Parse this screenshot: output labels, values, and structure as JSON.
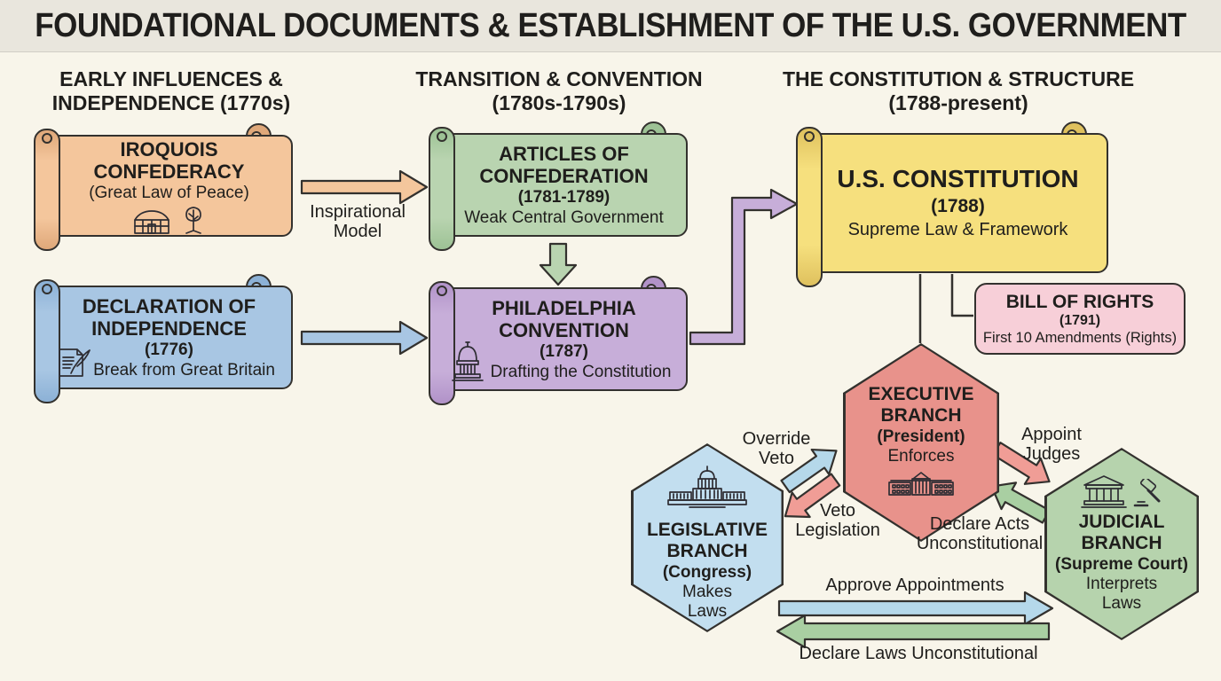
{
  "title": "FOUNDATIONAL DOCUMENTS & ESTABLISHMENT OF THE U.S. GOVERNMENT",
  "sections": {
    "early": {
      "heading": "EARLY INFLUENCES & INDEPENDENCE",
      "period": "(1770s)"
    },
    "transition": {
      "heading": "TRANSITION & CONVENTION",
      "period": "(1780s-1790s)"
    },
    "structure": {
      "heading": "THE CONSTITUTION & STRUCTURE",
      "period": "(1788-present)"
    }
  },
  "documents": {
    "iroquois": {
      "title": "IROQUOIS CONFEDERACY",
      "subtitle": "(Great Law of Peace)"
    },
    "declaration": {
      "title": "DECLARATION OF INDEPENDENCE",
      "year": "(1776)",
      "note": "Break from Great Britain"
    },
    "articles": {
      "title": "ARTICLES OF CONFEDERATION",
      "year": "(1781-1789)",
      "note": "Weak Central Government"
    },
    "philadelphia": {
      "title": "PHILADELPHIA CONVENTION",
      "year": "(1787)",
      "note": "Drafting the Constitution"
    },
    "us_constitution": {
      "title": "U.S. CONSTITUTION",
      "year": "(1788)",
      "note": "Supreme Law & Framework"
    },
    "bill_of_rights": {
      "title": "BILL OF RIGHTS",
      "year": "(1791)",
      "note": "First 10 Amendments (Rights)"
    }
  },
  "branches": {
    "executive": {
      "title": "EXECUTIVE BRANCH",
      "subtitle": "(President)",
      "role": "Enforces"
    },
    "legislative": {
      "title": "LEGISLATIVE BRANCH",
      "subtitle": "(Congress)",
      "role": "Makes Laws"
    },
    "judicial": {
      "title": "JUDICIAL BRANCH",
      "subtitle": "(Supreme Court)",
      "role": "Interprets Laws"
    }
  },
  "relations": {
    "inspirational_model": "Inspirational Model",
    "override_veto": "Override Veto",
    "veto_legislation": "Veto Legislation",
    "appoint_judges": "Appoint Judges",
    "declare_acts_unconstitutional": "Declare Acts Unconstitutional",
    "approve_appointments": "Approve Appointments",
    "declare_laws_unconstitutional": "Declare Laws Unconstitutional"
  },
  "icons": {
    "longhouse-icon": "longhouse",
    "tree-icon": "tree of peace",
    "quill-document-icon": "document with quill",
    "capitol-dome-icon": "capitol dome",
    "white-house-icon": "white house",
    "capitol-building-icon": "us capitol",
    "courthouse-icon": "supreme court building",
    "gavel-icon": "gavel"
  },
  "colors": {
    "background": "#f8f5ea",
    "titlebar": "#e9e6dd",
    "outline": "#33312e",
    "orange": "#f4c69c",
    "blue": "#a8c6e3",
    "green": "#b9d4b0",
    "purple": "#c7aed9",
    "yellow": "#f6e07e",
    "pink": "#f7cfd8",
    "hex_red": "#e8928b",
    "hex_blue": "#c2deef",
    "hex_green": "#b6d3ad",
    "arrow_blue": "#b5d8ea",
    "arrow_red": "#f09d96",
    "arrow_green": "#a9cfa2"
  }
}
